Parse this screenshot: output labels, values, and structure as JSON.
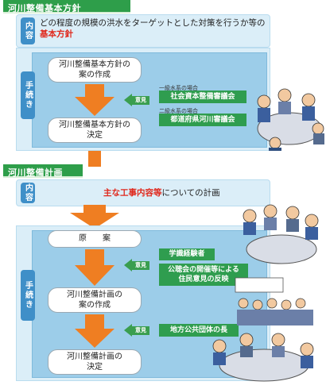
{
  "section1": {
    "title": "河川整備基本方針",
    "content_tag": "内容",
    "content_pre": "どの程度の規模の洪水をターゲットとした対策を行うか等の",
    "content_highlight": "基本方針",
    "procedure_tag": "手続き",
    "step1": "河川整備基本方針の\n案の作成",
    "step2": "河川整備基本方針の\n決定",
    "opinion_label": "意見",
    "note_a": "一級水系の場合",
    "council_a": "社会資本整備審議会",
    "note_b": "二級水系の場合",
    "council_b": "都道府県河川審議会"
  },
  "section2": {
    "title": "河川整備計画",
    "content_tag": "内容",
    "content_highlight": "主な工事内容等",
    "content_post": "についての計画",
    "procedure_tag": "手続き",
    "step_plan": "原　　案",
    "step_draft": "河川整備計画の\n案の作成",
    "step_decide": "河川整備計画の\n決定",
    "opinion_label": "意見",
    "expert_box": "学識経験者",
    "public_box": "公聴会の開催等による\n住民意見の反映",
    "local_box": "地方公共団体の長"
  },
  "colors": {
    "section_bar": "#2e9e4a",
    "panel": "#dbeef8",
    "tag": "#3f8fc8",
    "flow_arrow": "#ef7e22",
    "opinion_box": "#2f9d4f",
    "highlight": "#e0281c"
  },
  "icons": {
    "meeting_illustration": "meeting-people-icon",
    "crowd_illustration": "crowd-people-icon"
  }
}
